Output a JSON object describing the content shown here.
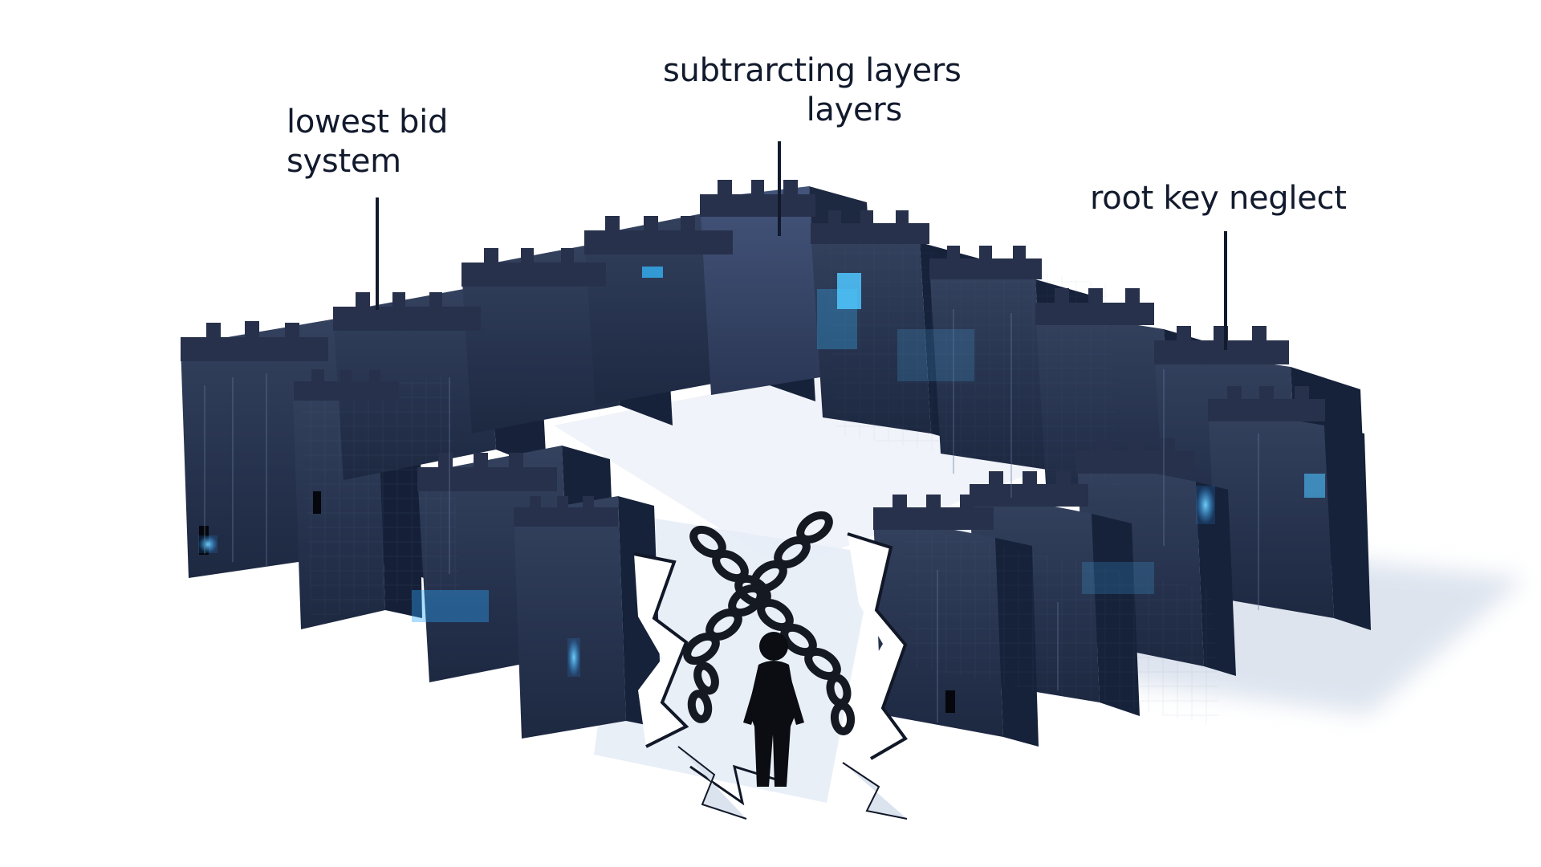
{
  "labels": {
    "left": {
      "line1": "lowest bid",
      "line2": "system"
    },
    "top": {
      "line1": "subtrarcting layers",
      "line2": "layers"
    },
    "right": {
      "line1": "root key neglect"
    }
  },
  "colors": {
    "background": "#ffffff",
    "wall_dark": "#1d2841",
    "wall_mid": "#2b3856",
    "wall_light": "#3b4a6c",
    "glow": "#31b7ff",
    "label": "#121a2d"
  },
  "icons": {
    "fortress": "fortress-walls-icon",
    "person": "person-silhouette-icon",
    "chain": "broken-chain-icon",
    "rubble": "cracked-wall-icon"
  }
}
